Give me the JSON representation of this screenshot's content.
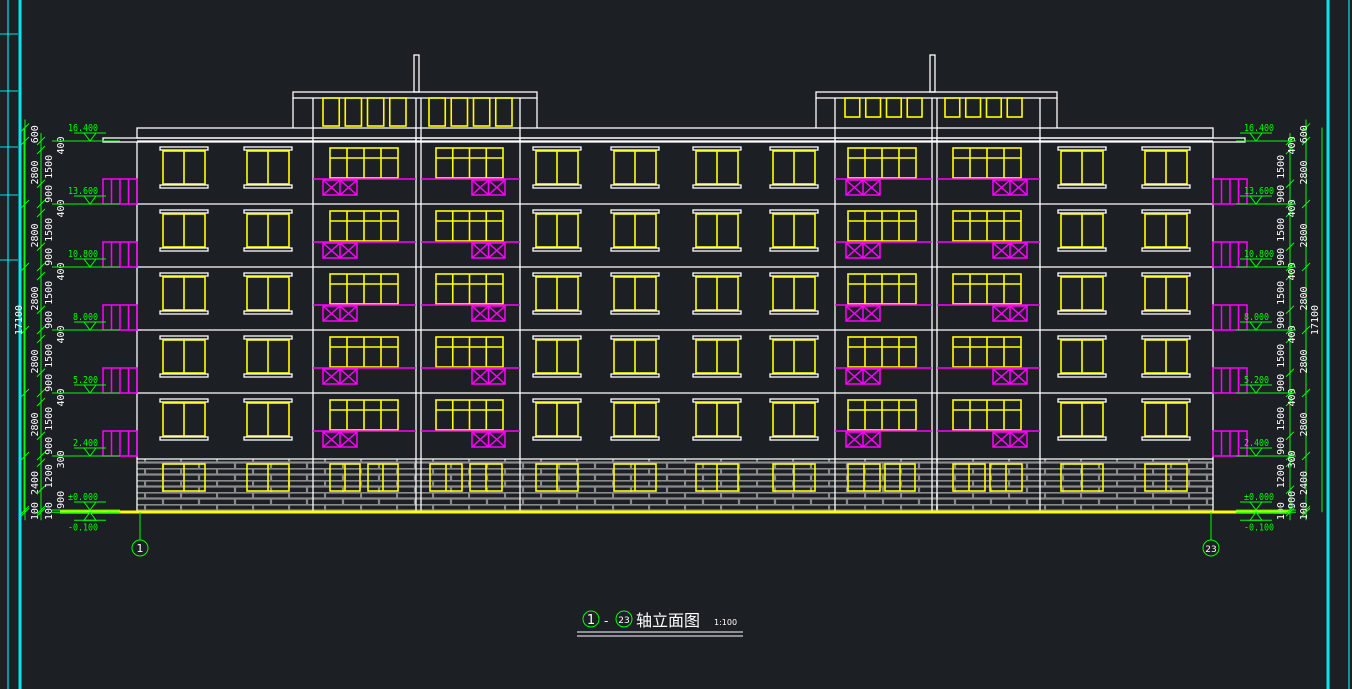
{
  "drawing": {
    "title_axis_from": "1",
    "title_dash": "-",
    "title_axis_to": "23",
    "title_text": "轴立面图",
    "scale": "1:100",
    "axis_labels": [
      "1",
      "23"
    ],
    "total_height_dim": "17100",
    "levels": [
      {
        "elev": 17.0,
        "label": ""
      },
      {
        "elev": 16.4,
        "label": "16.400"
      },
      {
        "elev": 13.6,
        "label": "13.600"
      },
      {
        "elev": 10.8,
        "label": "10.800"
      },
      {
        "elev": 8.0,
        "label": "8.000"
      },
      {
        "elev": 5.2,
        "label": "5.200"
      },
      {
        "elev": 2.4,
        "label": "2.400"
      },
      {
        "elev": 0.0,
        "label": "±0.000"
      },
      {
        "elev": -0.1,
        "label": "-0.100"
      }
    ],
    "outer_dims": [
      {
        "from": -0.1,
        "to": 0.0,
        "text": "100"
      },
      {
        "from": 0.0,
        "to": 2.4,
        "text": "2400"
      },
      {
        "from": 2.4,
        "to": 5.2,
        "text": "2800"
      },
      {
        "from": 5.2,
        "to": 8.0,
        "text": "2800"
      },
      {
        "from": 8.0,
        "to": 10.8,
        "text": "2800"
      },
      {
        "from": 10.8,
        "to": 13.6,
        "text": "2800"
      },
      {
        "from": 13.6,
        "to": 16.4,
        "text": "2800"
      },
      {
        "from": 16.4,
        "to": 17.0,
        "text": "600"
      }
    ],
    "inner_dims": [
      {
        "from": -0.1,
        "to": 0.0,
        "text": "100"
      },
      {
        "from": 0.0,
        "to": 0.9,
        "text": "900"
      },
      {
        "from": 0.9,
        "to": 2.1,
        "text": "1200"
      },
      {
        "from": 2.1,
        "to": 2.4,
        "text": "300"
      },
      {
        "from": 2.4,
        "to": 3.3,
        "text": "900"
      },
      {
        "from": 3.3,
        "to": 4.8,
        "text": "1500"
      },
      {
        "from": 4.8,
        "to": 5.2,
        "text": "400"
      },
      {
        "from": 5.2,
        "to": 6.1,
        "text": "900"
      },
      {
        "from": 6.1,
        "to": 7.6,
        "text": "1500"
      },
      {
        "from": 7.6,
        "to": 8.0,
        "text": "400"
      },
      {
        "from": 8.0,
        "to": 8.9,
        "text": "900"
      },
      {
        "from": 8.9,
        "to": 10.4,
        "text": "1500"
      },
      {
        "from": 10.4,
        "to": 10.8,
        "text": "400"
      },
      {
        "from": 10.8,
        "to": 11.7,
        "text": "900"
      },
      {
        "from": 11.7,
        "to": 13.2,
        "text": "1500"
      },
      {
        "from": 13.2,
        "to": 13.6,
        "text": "400"
      },
      {
        "from": 13.6,
        "to": 14.5,
        "text": "900"
      },
      {
        "from": 14.5,
        "to": 16.0,
        "text": "1500"
      },
      {
        "from": 16.0,
        "to": 16.4,
        "text": "400"
      }
    ],
    "floors": 5,
    "colors": {
      "background": "#1c1f24",
      "outline": "#ffffff",
      "windows": "#ffff00",
      "railings": "#ff00ff",
      "annotation": "#00ff00",
      "frame": "#00e5ee",
      "brick": "#8a8a8a",
      "ground": "#ffff00"
    }
  }
}
